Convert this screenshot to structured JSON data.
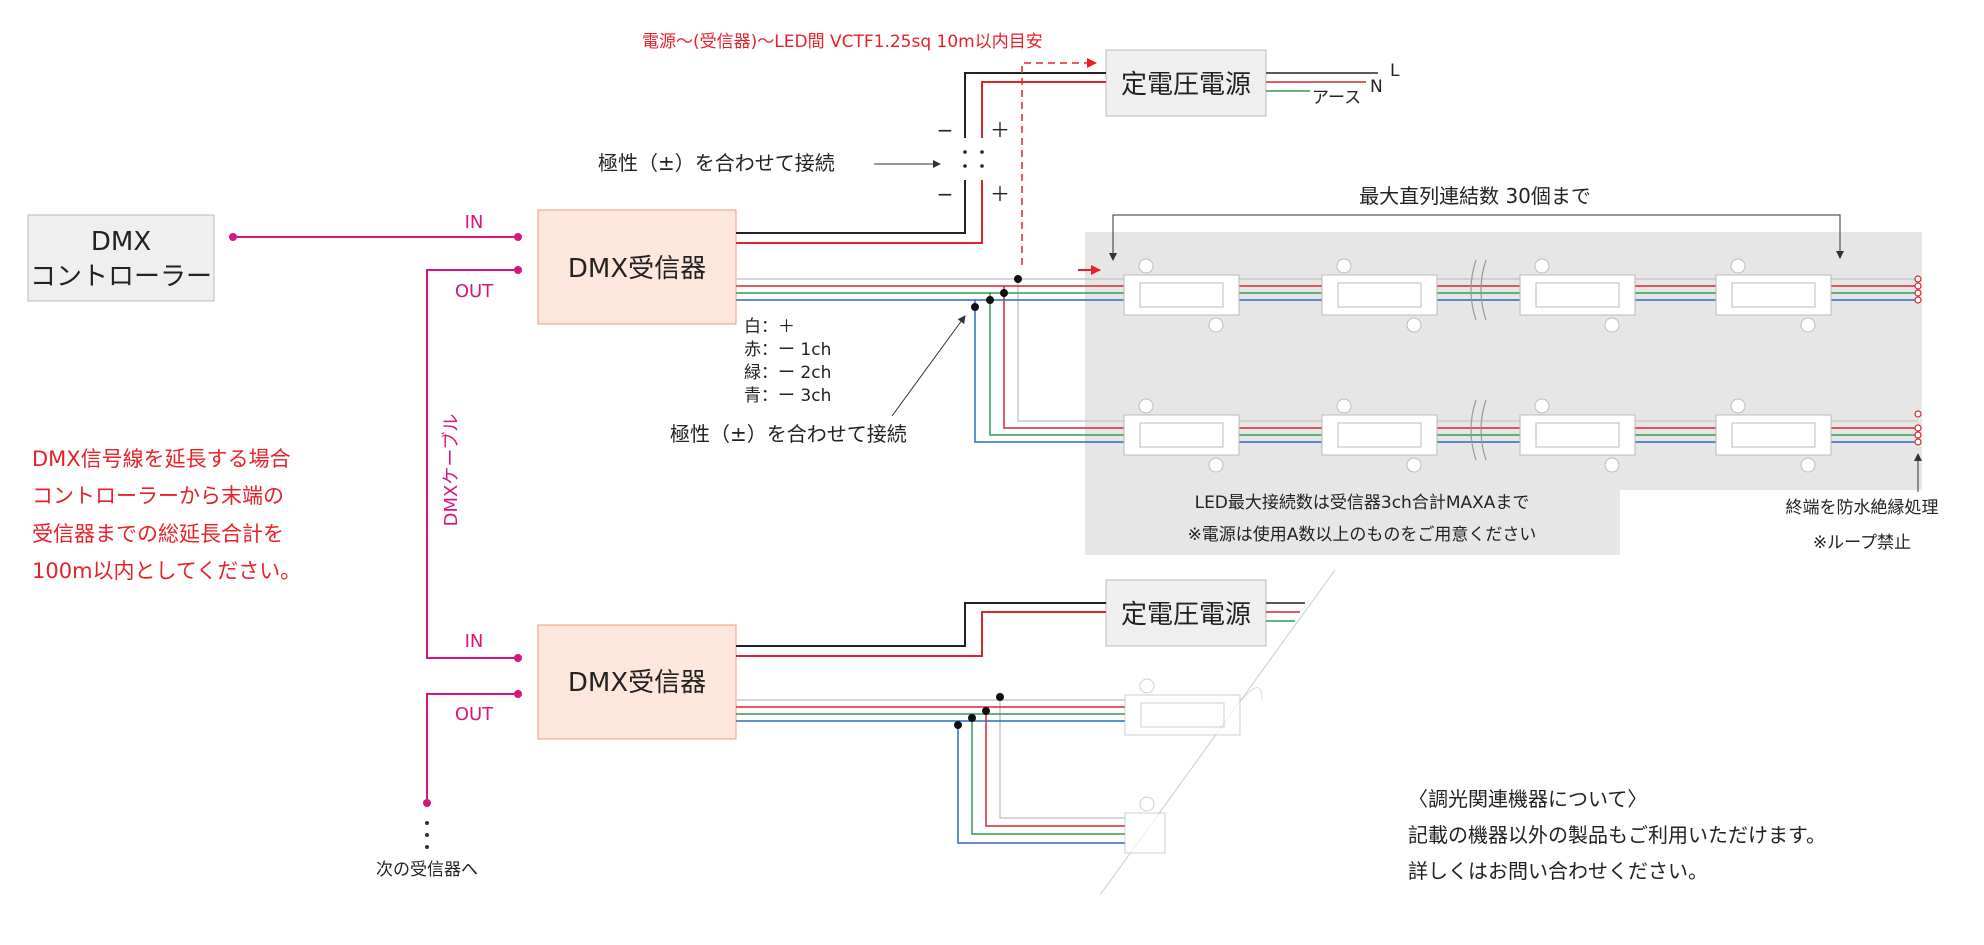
{
  "controller": {
    "line1": "DMX",
    "line2": "コントローラー"
  },
  "receiver_label": "DMX受信器",
  "psu_label": "定電圧電源",
  "port_in": "IN",
  "port_out": "OUT",
  "cable_label": "DMXケーブル",
  "next_receiver": "次の受信器へ",
  "psu_cable_note": "電源〜(受信器)〜LED間 VCTF1.25sq 10m以内目安",
  "ac_labels": {
    "n": "N",
    "l": "L",
    "earth": "アース"
  },
  "polarity_note": "極性（±）を合わせて接続",
  "polarity_signs": {
    "minus": "−",
    "plus": "＋"
  },
  "wire_legend": [
    "白：＋",
    "赤：ー 1ch",
    "緑：ー 2ch",
    "青：ー 3ch"
  ],
  "series_max": "最大直列連結数 30個まで",
  "led_note_1": "LED最大接続数は受信器3ch合計MAXAまで",
  "led_note_2": "※電源は使用A数以上のものをご用意ください",
  "terminal_note_1": "終端を防水絶縁処理",
  "terminal_note_2": "※ループ禁止",
  "extension_note": [
    "DMX信号線を延長する場合",
    "コントローラーから末端の",
    "受信器までの総延長合計を",
    "100m以内としてください。"
  ],
  "dimming_note": [
    "〈調光関連機器について〉",
    "記載の機器以外の製品もご利用いただけます。",
    "詳しくはお問い合わせください。"
  ],
  "colors": {
    "dmx_line": "#d6167f",
    "wire_red": "#d9262e",
    "wire_green": "#2e9e4a",
    "wire_blue": "#2c6bc0",
    "wire_white": "#c8c8c8",
    "receiver_fill": "#fde7dc",
    "receiver_stroke": "#e8a07a",
    "panel": "#e6e6e6"
  }
}
